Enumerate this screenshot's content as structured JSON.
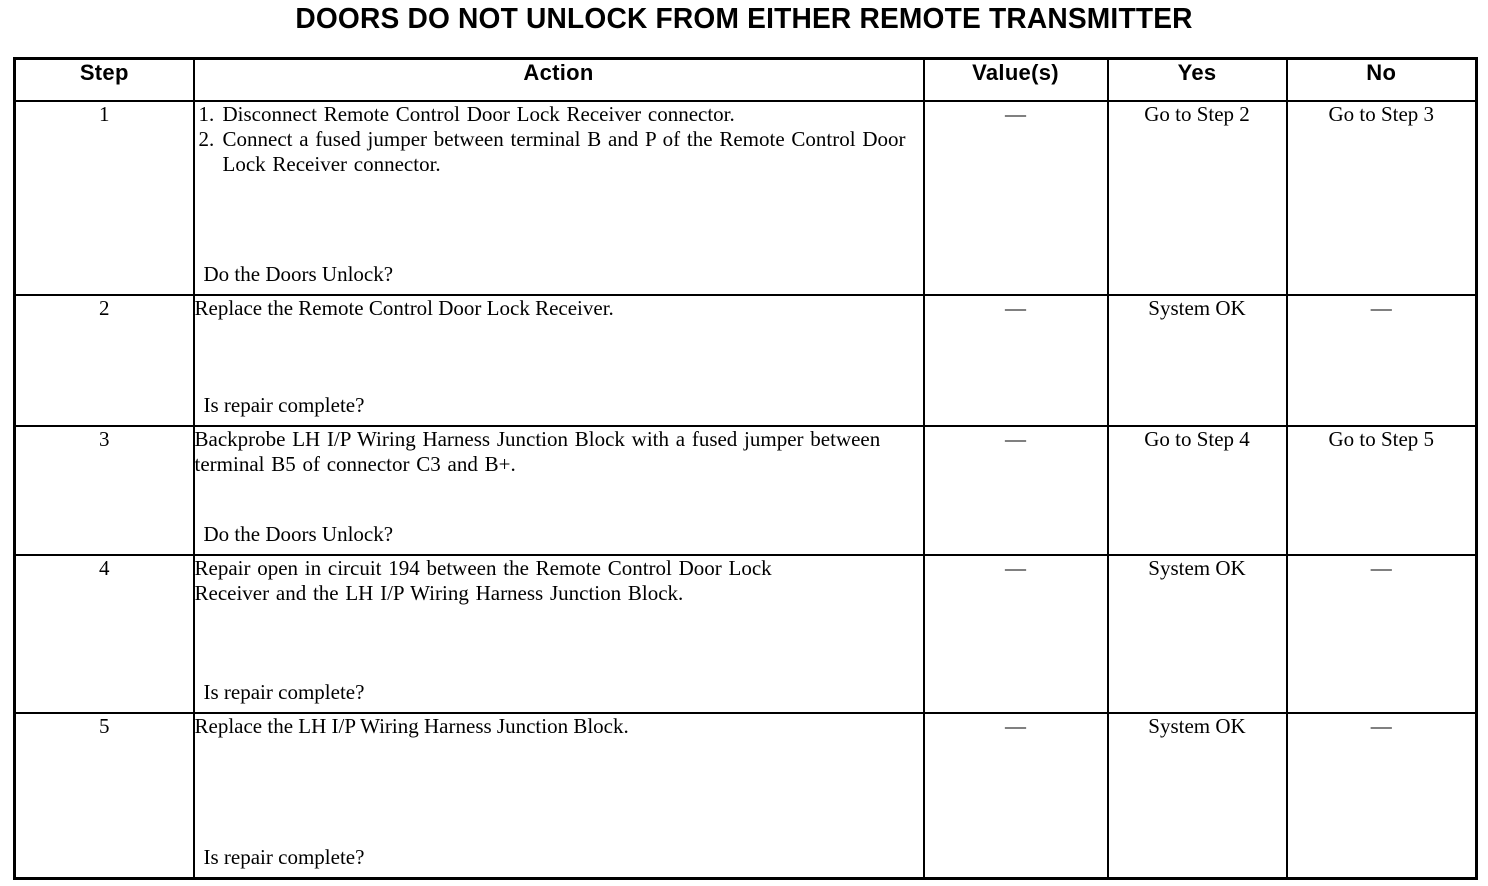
{
  "document": {
    "title": "DOORS DO NOT UNLOCK FROM EITHER REMOTE TRANSMITTER"
  },
  "table": {
    "headers": {
      "step": "Step",
      "action": "Action",
      "value": "Value(s)",
      "yes": "Yes",
      "no": "No"
    },
    "rows": [
      {
        "step": "1",
        "action_items": [
          {
            "num": "1.",
            "text": "Disconnect Remote Control Door Lock Receiver connector."
          },
          {
            "num": "2.",
            "text": "Connect a fused jumper between terminal B and P of the Remote Control Door Lock Receiver connector."
          }
        ],
        "question": "Do the Doors Unlock?",
        "value": "—",
        "yes": "Go to Step 2",
        "no": "Go to Step 3"
      },
      {
        "step": "2",
        "action_text": "Replace the Remote Control Door Lock Receiver.",
        "question": "Is repair complete?",
        "value": "—",
        "yes": "System OK",
        "no": "—"
      },
      {
        "step": "3",
        "action_text": "Backprobe LH I/P Wiring Harness Junction Block with a fused jumper between terminal B5 of connector C3 and B+.",
        "question": "Do the Doors Unlock?",
        "value": "—",
        "yes": "Go to Step 4",
        "no": "Go to Step 5"
      },
      {
        "step": "4",
        "action_text": "Repair open in circuit 194 between the Remote Control Door Lock Receiver and the LH I/P Wiring Harness Junction Block.",
        "question": "Is repair complete?",
        "value": "—",
        "yes": "System OK",
        "no": "—"
      },
      {
        "step": "5",
        "action_text": "Replace the LH I/P Wiring Harness Junction Block.",
        "question": "Is repair complete?",
        "value": "—",
        "yes": "System OK",
        "no": "—"
      }
    ]
  }
}
